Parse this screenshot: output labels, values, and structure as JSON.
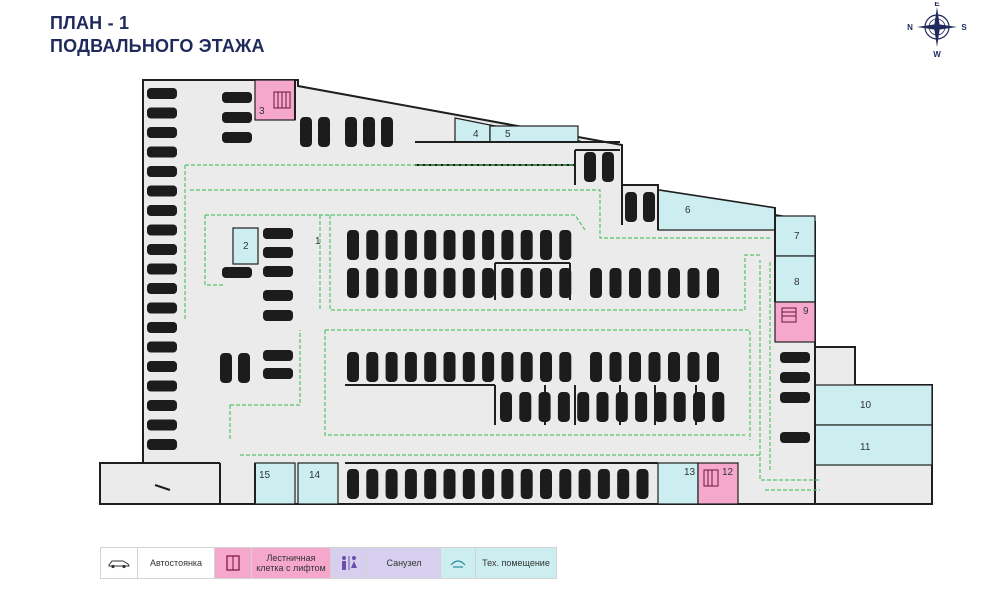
{
  "title": {
    "line1": "ПЛАН - 1",
    "line2": "ПОДВАЛЬНОГО ЭТАЖА"
  },
  "compass": {
    "n": "N",
    "s": "S",
    "e": "E",
    "w": "W"
  },
  "rooms": {
    "r1": "1",
    "r2": "2",
    "r3": "3",
    "r4": "4",
    "r5": "5",
    "r6": "6",
    "r7": "7",
    "r8": "8",
    "r9": "9",
    "r10": "10",
    "r11": "11",
    "r12": "12",
    "r13": "13",
    "r14": "14",
    "r15": "15"
  },
  "legend": {
    "parking": "Автостоянка",
    "stair_line1": "Лестничная",
    "stair_line2": "клетка с лифтом",
    "wc": "Санузел",
    "tech": "Тех. помещение"
  },
  "colors": {
    "title": "#1f2a5c",
    "wall": "#1f1f1f",
    "floor": "#ebebeb",
    "car": "#1c1c1c",
    "route": "#55c46a",
    "tech": "#cdeef0",
    "stair": "#f5a8cc",
    "wc": "#d6d0ee",
    "wc_icon": "#6b4fa8",
    "stair_icon": "#c2185b",
    "tech_icon": "#2a8a98"
  }
}
